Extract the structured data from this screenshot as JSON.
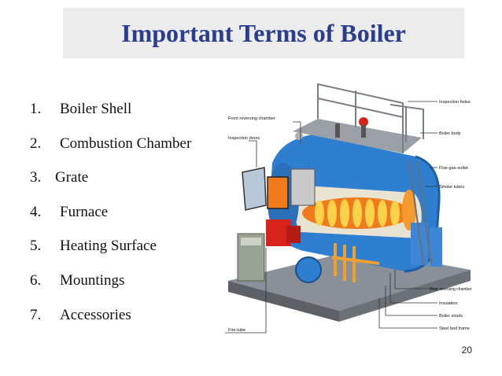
{
  "slide": {
    "title": "Important Terms of Boiler",
    "terms": [
      {
        "num": "1.",
        "label": "Boiler Shell"
      },
      {
        "num": "2.",
        "label": "Combustion Chamber"
      },
      {
        "num": "3.",
        "label": "Grate"
      },
      {
        "num": "4.",
        "label": "Furnace"
      },
      {
        "num": "5.",
        "label": "Heating Surface"
      },
      {
        "num": "6.",
        "label": "Mountings"
      },
      {
        "num": "7.",
        "label": "Accessories"
      }
    ],
    "page_number": "20"
  },
  "diagram": {
    "callouts_left": [
      "Front reversing chamber",
      "Inspection doors",
      "Fire-tube"
    ],
    "callouts_right": [
      "Inspection holes",
      "Boiler body",
      "Flue-gas-outlet",
      "Smoke tubes",
      "Rear reversing chamber",
      "Insulation",
      "Boiler stools",
      "Steel bed frame"
    ],
    "colors": {
      "title": "#2b3d8f",
      "title_bg": "#ececec",
      "boiler_blue": "#2f7fd0",
      "burner_red": "#d8231c",
      "fire_orange": "#f07a1c",
      "frame_gray": "#7a7f86"
    }
  }
}
